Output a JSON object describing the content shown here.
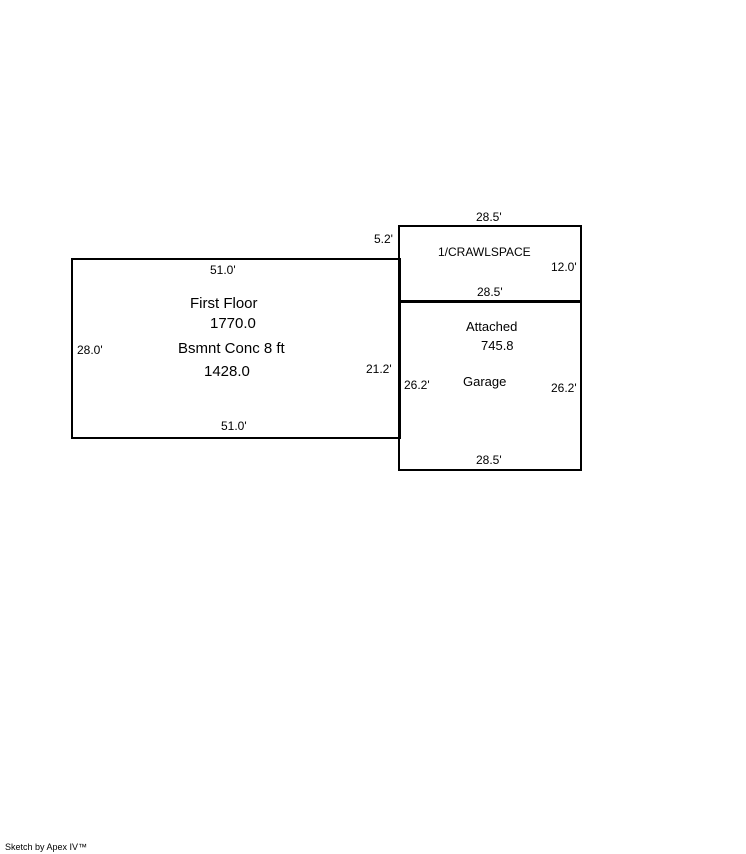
{
  "sketch": {
    "areas": {
      "first_floor": {
        "name": "First Floor",
        "area": "1770.0",
        "sub_name": "Bsmnt Conc 8 ft",
        "sub_area": "1428.0",
        "dims": {
          "top": "51.0'",
          "bottom": "51.0'",
          "left": "28.0'",
          "right": "21.2'",
          "offset": "5.2'"
        }
      },
      "crawlspace": {
        "name": "1/CRAWLSPACE",
        "dims": {
          "top": "28.5'",
          "bottom": "28.5'",
          "right": "12.0'"
        }
      },
      "garage": {
        "name_line1": "Attached",
        "area": "745.8",
        "name_line2": "Garage",
        "dims": {
          "left": "26.2'",
          "right": "26.2'",
          "bottom": "28.5'"
        }
      }
    },
    "footer": "Sketch by Apex IV™",
    "line_color": "#000000"
  }
}
